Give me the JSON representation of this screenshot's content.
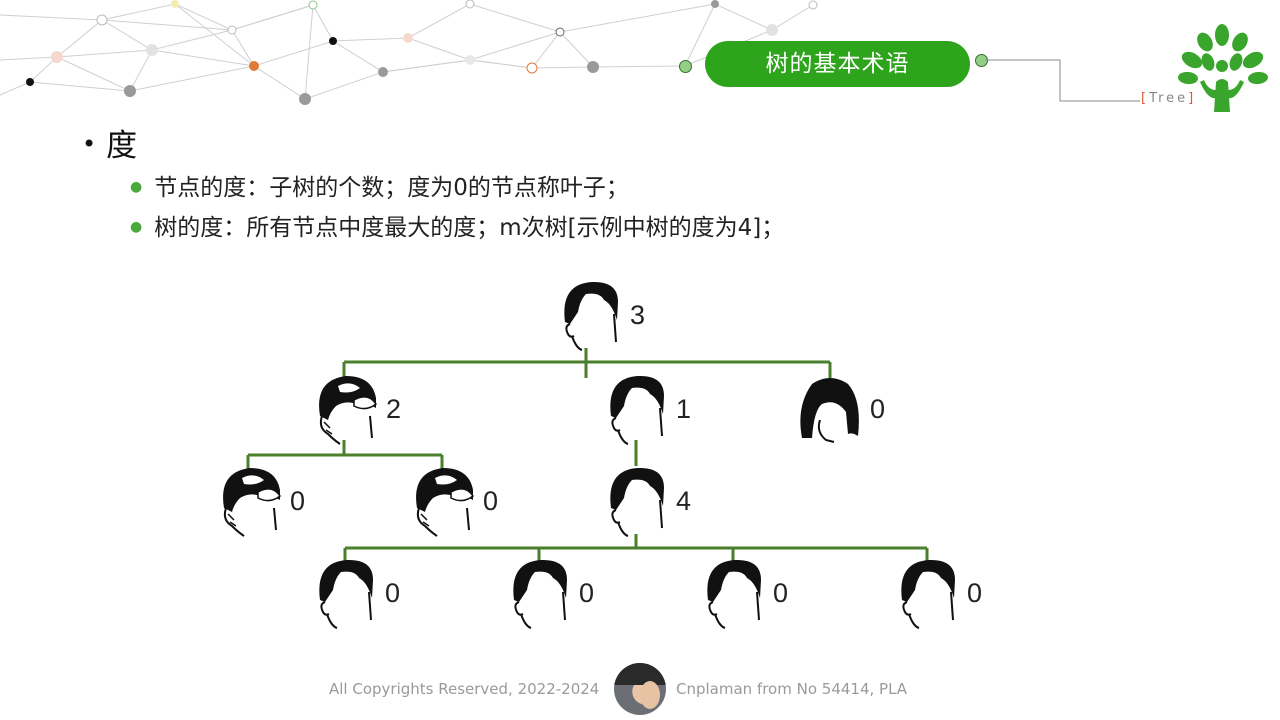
{
  "header": {
    "title": "树的基本术语",
    "tag_open": "[",
    "tag_text": "Tree",
    "tag_close": "]"
  },
  "content": {
    "main_bullet": "度",
    "sub_bullets": [
      "节点的度：子树的个数；度为0的节点称叶子；",
      "树的度：所有节点中度最大的度；m次树[示例中树的度为4]；"
    ]
  },
  "diagram": {
    "nodes": [
      {
        "id": "root",
        "degree": "3",
        "face": "short"
      },
      {
        "id": "a",
        "degree": "2",
        "face": "bandana"
      },
      {
        "id": "b",
        "degree": "1",
        "face": "short"
      },
      {
        "id": "c",
        "degree": "0",
        "face": "bob"
      },
      {
        "id": "a1",
        "degree": "0",
        "face": "bandana"
      },
      {
        "id": "a2",
        "degree": "0",
        "face": "bandana"
      },
      {
        "id": "b1",
        "degree": "4",
        "face": "short"
      },
      {
        "id": "d1",
        "degree": "0",
        "face": "short"
      },
      {
        "id": "d2",
        "degree": "0",
        "face": "short"
      },
      {
        "id": "d3",
        "degree": "0",
        "face": "short"
      },
      {
        "id": "d4",
        "degree": "0",
        "face": "short"
      }
    ],
    "edge_color": "#4a7f2c"
  },
  "footer": {
    "copyright": "All Copyrights Reserved, 2022-2024",
    "author": "Cnplaman from No 54414, PLA"
  },
  "colors": {
    "accent": "#2ea41c",
    "bullet_green": "#4caa3c"
  }
}
